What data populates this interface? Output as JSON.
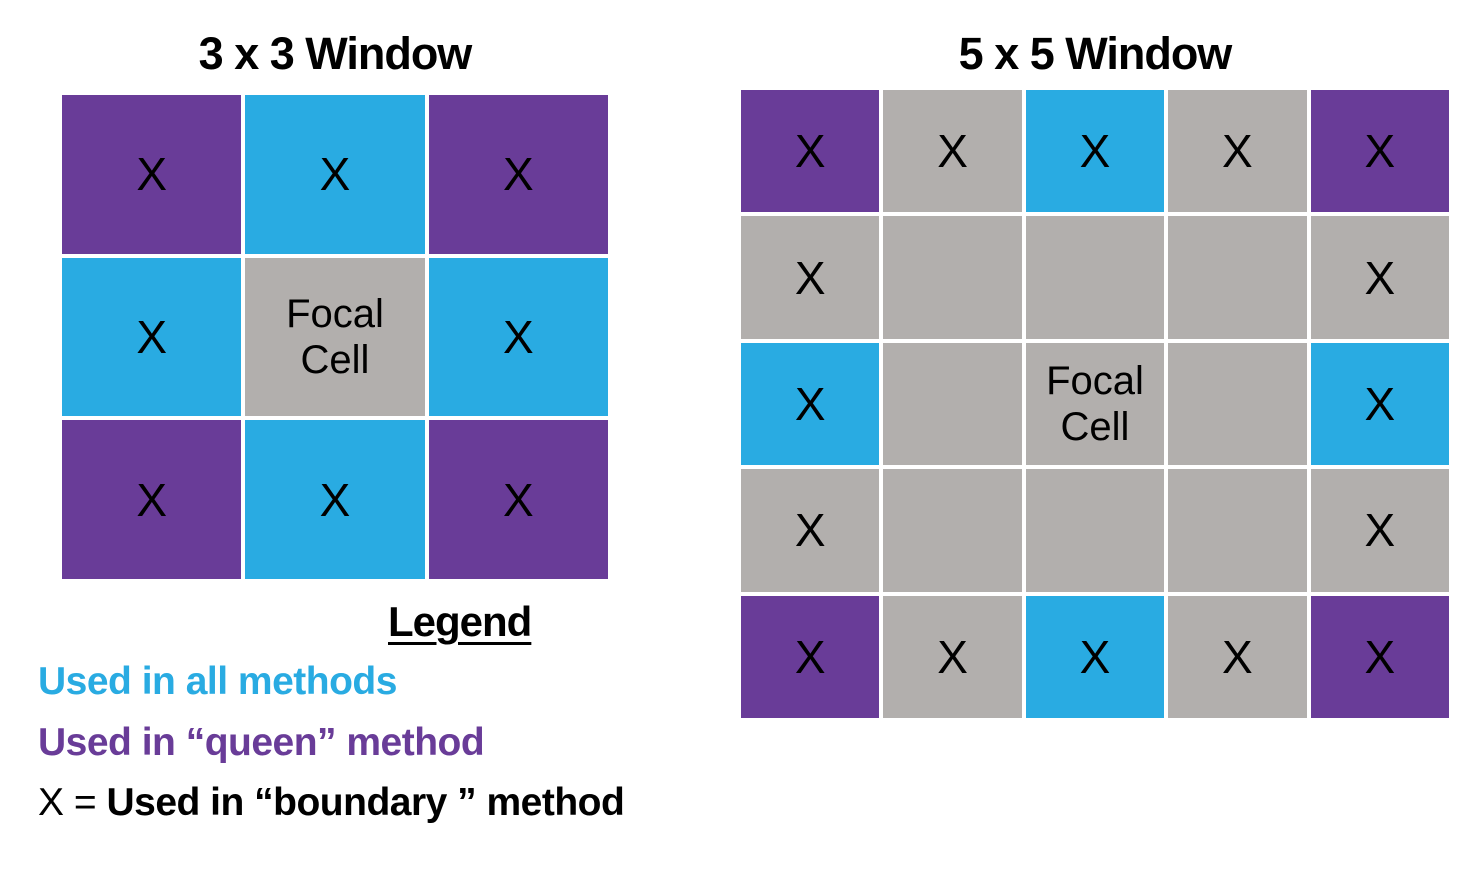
{
  "figure": {
    "background": "#FFFFFF"
  },
  "colors": {
    "all_methods_blue": "#29ABE2",
    "queen_purple": "#693C98",
    "neutral_gray": "#B2AFAD",
    "text_black": "#000000"
  },
  "grid3": {
    "title": "3 x 3 Window",
    "rows": [
      [
        {
          "color": "purple",
          "label": "X"
        },
        {
          "color": "blue",
          "label": "X"
        },
        {
          "color": "purple",
          "label": "X"
        }
      ],
      [
        {
          "color": "blue",
          "label": "X"
        },
        {
          "color": "gray",
          "focal": true,
          "label_lines": [
            "Focal",
            "Cell"
          ]
        },
        {
          "color": "blue",
          "label": "X"
        }
      ],
      [
        {
          "color": "purple",
          "label": "X"
        },
        {
          "color": "blue",
          "label": "X"
        },
        {
          "color": "purple",
          "label": "X"
        }
      ]
    ]
  },
  "grid5": {
    "title": "5 x 5 Window",
    "rows": [
      [
        {
          "color": "purple",
          "label": "X"
        },
        {
          "color": "gray",
          "label": "X"
        },
        {
          "color": "blue",
          "label": "X"
        },
        {
          "color": "gray",
          "label": "X"
        },
        {
          "color": "purple",
          "label": "X"
        }
      ],
      [
        {
          "color": "gray",
          "label": "X"
        },
        {
          "color": "gray",
          "label": ""
        },
        {
          "color": "gray",
          "label": ""
        },
        {
          "color": "gray",
          "label": ""
        },
        {
          "color": "gray",
          "label": "X"
        }
      ],
      [
        {
          "color": "blue",
          "label": "X"
        },
        {
          "color": "gray",
          "label": ""
        },
        {
          "color": "gray",
          "focal": true,
          "label_lines": [
            "Focal",
            "Cell"
          ]
        },
        {
          "color": "gray",
          "label": ""
        },
        {
          "color": "blue",
          "label": "X"
        }
      ],
      [
        {
          "color": "gray",
          "label": "X"
        },
        {
          "color": "gray",
          "label": ""
        },
        {
          "color": "gray",
          "label": ""
        },
        {
          "color": "gray",
          "label": ""
        },
        {
          "color": "gray",
          "label": "X"
        }
      ],
      [
        {
          "color": "purple",
          "label": "X"
        },
        {
          "color": "gray",
          "label": "X"
        },
        {
          "color": "blue",
          "label": "X"
        },
        {
          "color": "gray",
          "label": "X"
        },
        {
          "color": "purple",
          "label": "X"
        }
      ]
    ]
  },
  "legend": {
    "title": "Legend",
    "items": [
      {
        "color": "blue",
        "text": "Used in all methods"
      },
      {
        "color": "purple",
        "text": "Used in “queen” method"
      },
      {
        "color": "black",
        "prefix": "X = ",
        "text": "Used in “boundary ” method"
      }
    ]
  }
}
